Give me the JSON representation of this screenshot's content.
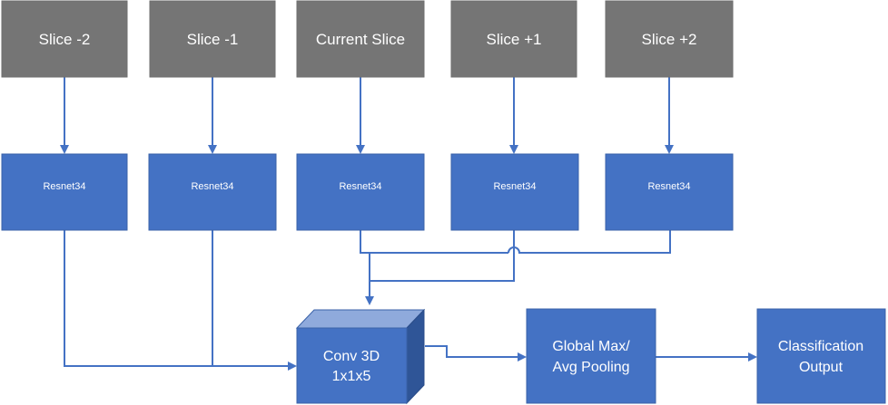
{
  "slices": [
    {
      "label": "Slice -2"
    },
    {
      "label": "Slice -1"
    },
    {
      "label": "Current Slice"
    },
    {
      "label": "Slice +1"
    },
    {
      "label": "Slice +2"
    }
  ],
  "encoders": [
    {
      "label": "Resnet34"
    },
    {
      "label": "Resnet34"
    },
    {
      "label": "Resnet34"
    },
    {
      "label": "Resnet34"
    },
    {
      "label": "Resnet34"
    }
  ],
  "conv": {
    "line1": "Conv 3D",
    "line2": "1x1x5"
  },
  "pooling": {
    "line1": "Global Max/",
    "line2": "Avg Pooling"
  },
  "output": {
    "line1": "Classification",
    "line2": "Output"
  },
  "colors": {
    "slice_fill": "#757575",
    "block_fill": "#4472c4",
    "cube_top": "#8faadc",
    "cube_side": "#2f5597",
    "connector": "#4472c4"
  }
}
